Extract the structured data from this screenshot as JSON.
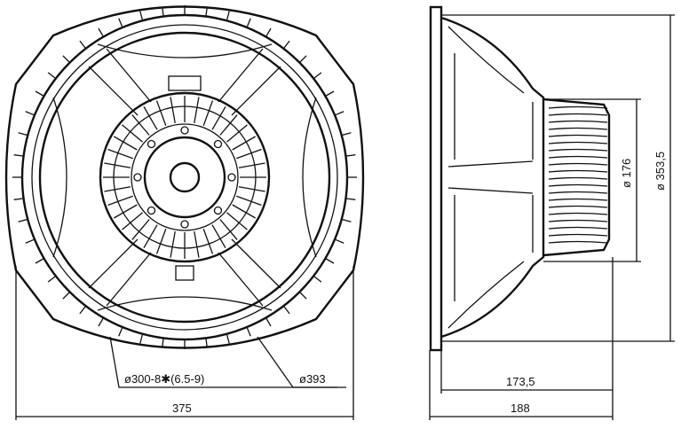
{
  "drawing": {
    "front_view": {
      "mounting_holes_label": "ø300-8✱(6.5-9)",
      "outer_diameter_label": "ø393",
      "width_label": "375"
    },
    "side_view": {
      "magnet_diameter_label": "ø 176",
      "baffle_diameter_label": "ø 353,5",
      "depth_label": "173,5",
      "total_depth_label": "188"
    }
  }
}
